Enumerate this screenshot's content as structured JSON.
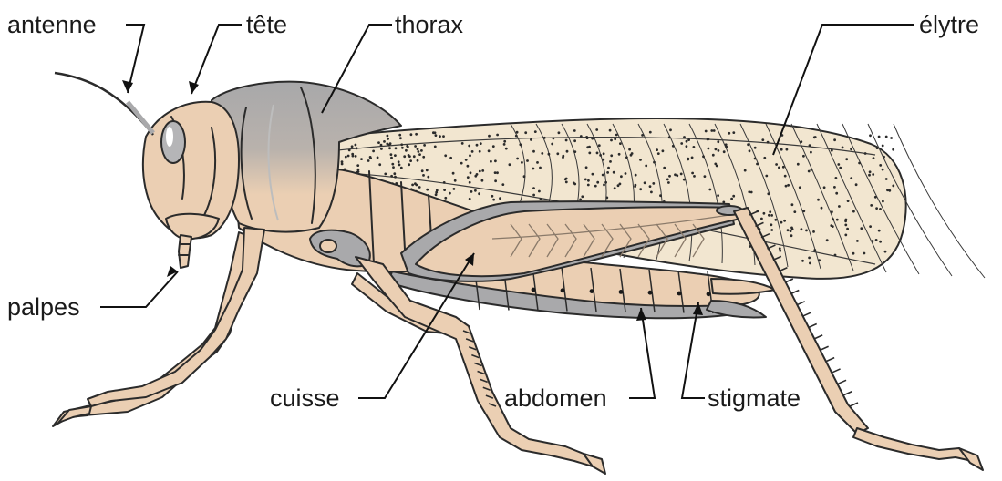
{
  "labels": {
    "antenne": "antenne",
    "tete": "tête",
    "thorax": "thorax",
    "elytre": "élytre",
    "palpes": "palpes",
    "cuisse": "cuisse",
    "abdomen": "abdomen",
    "stigmate": "stigmate"
  },
  "colors": {
    "body": "#ebcfb3",
    "shade": "#a9a9ab",
    "wing": "#f2e6d0",
    "outline": "#2b2b2b",
    "background": "#ffffff"
  }
}
